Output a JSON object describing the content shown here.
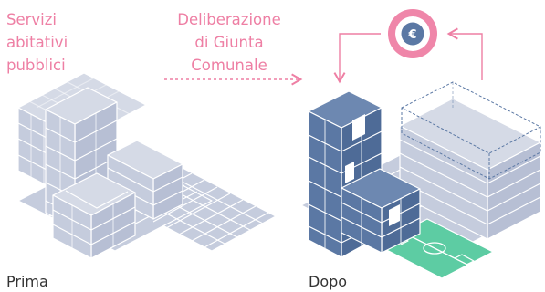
{
  "left_label": [
    "Servizi",
    "abitativi",
    "pubblici"
  ],
  "center_label": [
    "Deliberazione",
    "di Giunta",
    "Comunale"
  ],
  "euro_symbol": "€",
  "caption_before": "Prima",
  "caption_after": "Dopo",
  "colors": {
    "accent_pink": "#ee7fa4",
    "euro_ring": "#ef86a9",
    "euro_center": "#5b78a4",
    "block_light": "#c5ccdd",
    "block_dark": "#5b78a4",
    "field_green": "#5dcca3",
    "caption_text": "#333333"
  }
}
